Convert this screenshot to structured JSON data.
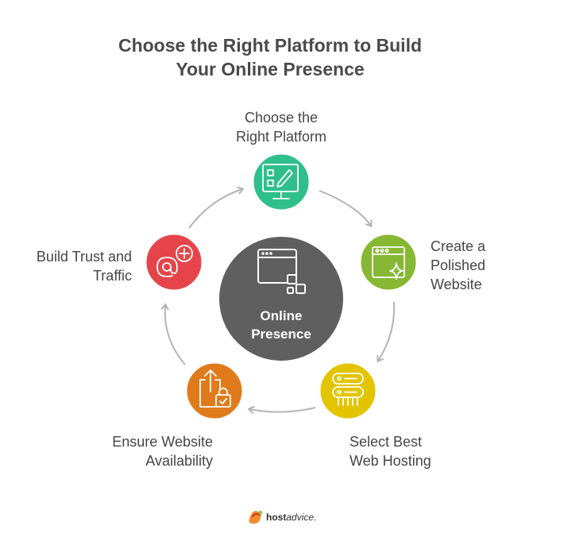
{
  "title": {
    "line1": "Choose the Right Platform to Build",
    "line2": "Your Online Presence"
  },
  "center": {
    "line1": "Online",
    "line2": "Presence",
    "color": "#5f5f5f"
  },
  "steps": [
    {
      "line1": "Choose the",
      "line2": "Right Platform",
      "color": "#2fbf8a",
      "icon": "checklist-edit-icon"
    },
    {
      "line1": "Create a",
      "line2": "Polished",
      "line3": "Website",
      "color": "#86b834",
      "icon": "browser-sparkle-icon"
    },
    {
      "line1": "Select Best",
      "line2": "Web Hosting",
      "color": "#e2c400",
      "icon": "server-icon"
    },
    {
      "line1": "Ensure Website",
      "line2": "Availability",
      "color": "#e07b1c",
      "icon": "upload-lock-icon"
    },
    {
      "line1": "Build Trust and",
      "line2": "Traffic",
      "color": "#e5454a",
      "icon": "at-plus-icon"
    }
  ],
  "footer": {
    "brand_bold": "host",
    "brand_regular": "advice",
    "brand_end": "."
  }
}
